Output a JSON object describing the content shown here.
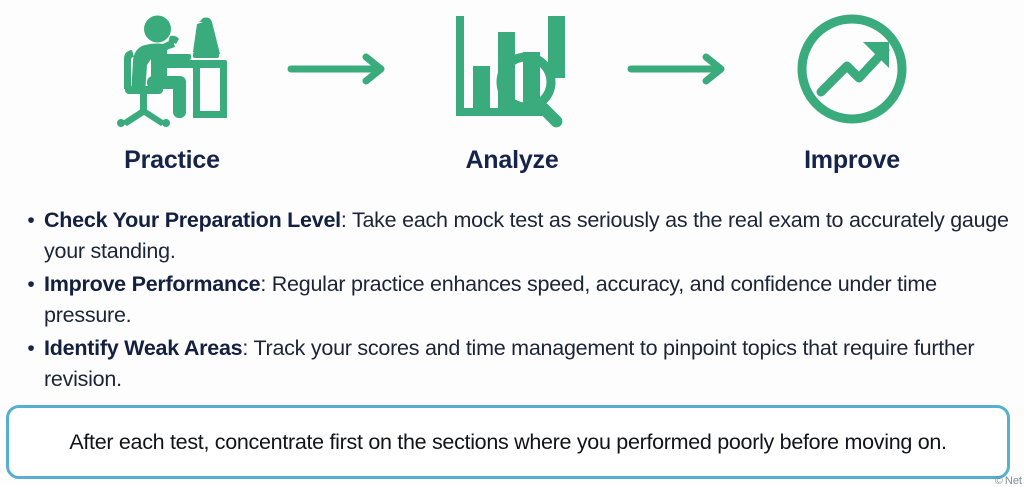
{
  "process": {
    "steps": [
      {
        "label": "Practice",
        "icon": "person-at-desk-icon"
      },
      {
        "label": "Analyze",
        "icon": "bar-chart-magnifier-icon"
      },
      {
        "label": "Improve",
        "icon": "upward-trend-circle-icon"
      }
    ],
    "arrow_icon": "arrow-right-icon",
    "accent_color": "#3aab7d",
    "label_color": "#16234b"
  },
  "bullets": [
    {
      "marker": "•",
      "title": "Check Your Preparation Level",
      "separator": ": ",
      "body": "Take each mock test as seriously as the real exam to accurately gauge your standing."
    },
    {
      "marker": "•",
      "title": "Improve Performance",
      "separator": ": ",
      "body": "Regular practice enhances speed, accuracy, and confidence under time pressure."
    },
    {
      "marker": "•",
      "title": "Identify Weak Areas",
      "separator": ": ",
      "body": "Track your scores and time management to pinpoint topics that require further revision."
    }
  ],
  "callout": {
    "text": "After each test, concentrate first on the sections where you performed poorly before moving on.",
    "border_color": "#56afd1"
  },
  "watermark": {
    "mark": "©",
    "text": "Net"
  }
}
